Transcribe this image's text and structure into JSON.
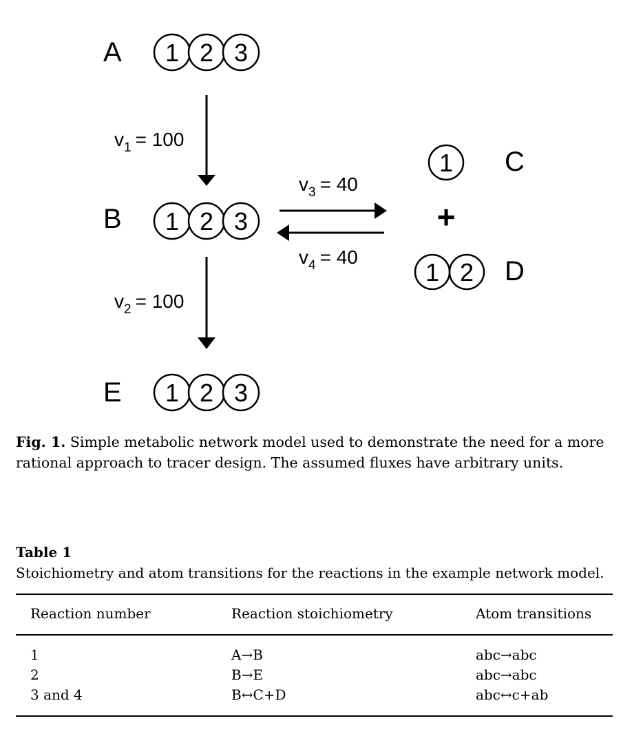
{
  "figure": {
    "nodes": [
      {
        "label": "A",
        "atoms": [
          "1",
          "2",
          "3"
        ]
      },
      {
        "label": "B",
        "atoms": [
          "1",
          "2",
          "3"
        ]
      },
      {
        "label": "E",
        "atoms": [
          "1",
          "2",
          "3"
        ]
      },
      {
        "label": "C",
        "atoms": [
          "1"
        ]
      },
      {
        "label": "D",
        "atoms": [
          "1",
          "2"
        ]
      }
    ],
    "plus": "+",
    "fluxes": [
      {
        "v": "v",
        "sub": "1",
        "value": "= 100"
      },
      {
        "v": "v",
        "sub": "2",
        "value": "= 100"
      },
      {
        "v": "v",
        "sub": "3",
        "value": "= 40"
      },
      {
        "v": "v",
        "sub": "4",
        "value": "= 40"
      }
    ]
  },
  "caption": {
    "label": "Fig. 1.",
    "text": "Simple metabolic network model used to demonstrate the need for a more rational approach to tracer design. The assumed fluxes have arbitrary units."
  },
  "table": {
    "title": "Table 1",
    "caption": "Stoichiometry and atom transitions for the reactions in the example network model.",
    "headers": [
      "Reaction number",
      "Reaction stoichiometry",
      "Atom transitions"
    ],
    "rows": [
      [
        "1",
        "A→B",
        "abc→abc"
      ],
      [
        "2",
        "B→E",
        "abc→abc"
      ],
      [
        "3 and 4",
        "B↔C+D",
        "abc↔c+ab"
      ]
    ]
  }
}
